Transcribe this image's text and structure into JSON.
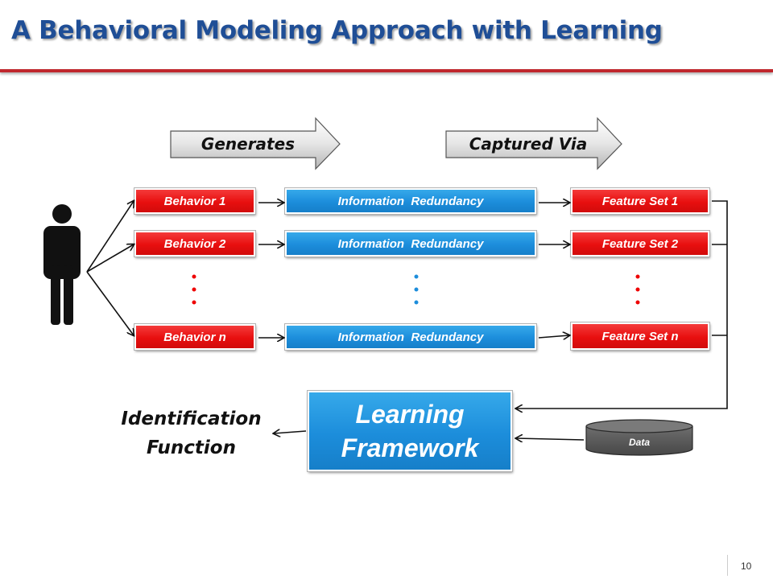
{
  "title": "A Behavioral Modeling Approach with Learning",
  "arrows": {
    "generates": "Generates",
    "captured_via": "Captured Via"
  },
  "behaviors": [
    "Behavior 1",
    "Behavior 2",
    "Behavior n"
  ],
  "redundancy": [
    "Information  Redundancy",
    "Information  Redundancy",
    "Information  Redundancy"
  ],
  "features": [
    "Feature Set 1",
    "Feature Set 2",
    "Feature Set n"
  ],
  "learning": {
    "line1": "Learning",
    "line2": "Framework"
  },
  "identification": {
    "line1": "Identification",
    "line2": "Function"
  },
  "data_label": "Data",
  "page_number": "10",
  "colors": {
    "title": "#1f4e96",
    "rule": "#c0272d",
    "red_box": "#e80f0f",
    "blue_box": "#1c8ddb",
    "data_cylinder": "#5a5a5a"
  }
}
